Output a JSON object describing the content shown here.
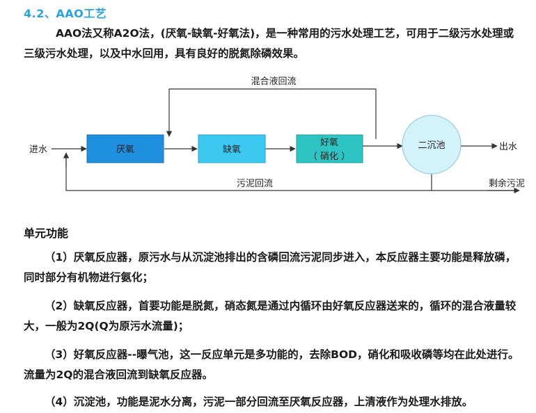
{
  "heading": "4.2、AAO工艺",
  "intro": "AAO法又称A2O法，(厌氧-缺氧-好氧法)，是一种常用的污水处理工艺，可用于二级污水处理或三级污水处理，以及中水回用，具有良好的脱氮除磷效果。",
  "diagram": {
    "inlet_label": "进水",
    "box1": "厌氧",
    "box2": "缺氧",
    "box3_line1": "好氧",
    "box3_line2": "（ 硝化 ）",
    "clarifier": "二沉池",
    "outlet_label": "出水",
    "recycle_top": "混合液回流",
    "recycle_bottom": "污泥回流",
    "excess_sludge": "剩余污泥",
    "colors": {
      "anaerobic": "#1f8fe0",
      "anoxic": "#3cc8f0",
      "aerobic": "#2ec4c4",
      "clarifier": "#d4f2fc"
    }
  },
  "section_title": "单元功能",
  "items": [
    "（1）厌氧反应器，原污水与从沉淀池排出的含磷回流污泥同步进入，本反应器主要功能是释放磷，同时部分有机物进行氨化；",
    "（2）缺氧反应器，首要功能是脱氮，硝态氮是通过内循环由好氧反应器送来的，循环的混合液量较大，一般为2Q(Q为原污水流量)；",
    "（3）好氧反应器--曝气池，这一反应单元是多功能的，去除BOD，硝化和吸收磷等均在此处进行。流量为2Q的混合液回流到缺氧反应器。",
    "（4）沉淀池，功能是泥水分离，污泥一部分回流至厌氧反应器，上清液作为处理水排放。"
  ]
}
